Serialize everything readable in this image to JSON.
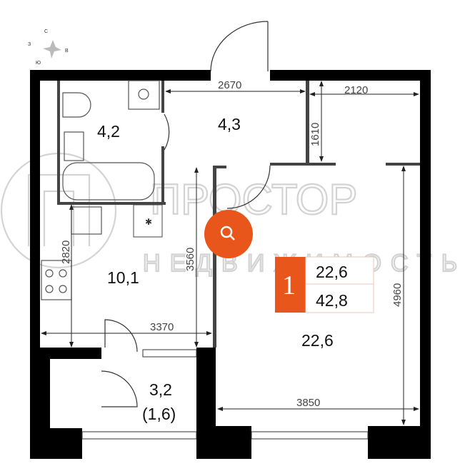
{
  "compass": {
    "north": "С",
    "west": "З",
    "east": "В",
    "south": "Ю"
  },
  "rooms": {
    "bathroom": "4,2",
    "hall": "4,3",
    "kitchen": "10,1",
    "living_room": "22,6",
    "balcony": "3,2",
    "balcony_reduced": "(1,6)"
  },
  "dimensions": {
    "hall_width": "2670",
    "closet_width": "2120",
    "closet_depth": "1610",
    "kitchen_depth": "2820",
    "kitchen_height": "3560",
    "kitchen_width": "3370",
    "room_depth": "4960",
    "room_width": "3850"
  },
  "badge": {
    "rooms_count": "1",
    "living_area": "22,6",
    "total_area": "42,8"
  },
  "watermark": {
    "line1": "ПРОСТОР",
    "line2": "НЕДВИЖИМОСТЬ"
  },
  "colors": {
    "accent": "#e8561c",
    "wall": "#000000",
    "watermark": "#cfcfcf"
  },
  "icons": {
    "zoom": "search-icon"
  }
}
